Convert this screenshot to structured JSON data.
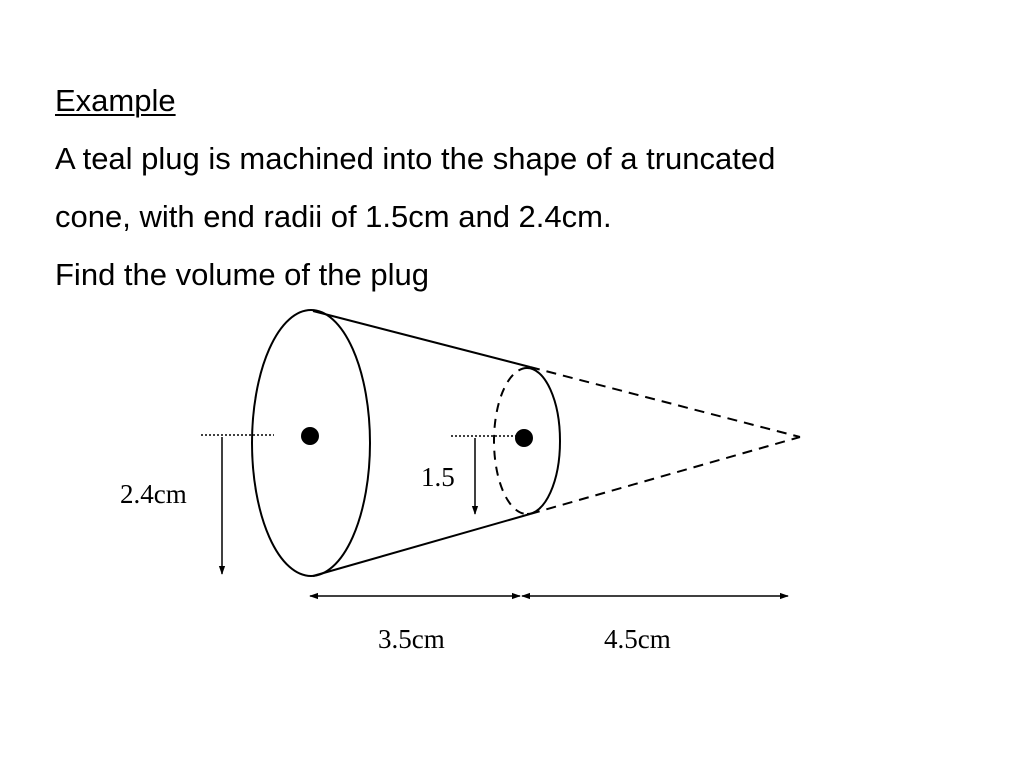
{
  "heading": "Example",
  "problem": {
    "line1": "A teal plug is machined into the shape of a truncated",
    "line2": "cone, with end radii of 1.5cm and 2.4cm.",
    "line3": "Find the volume of the plug"
  },
  "diagram": {
    "labels": {
      "large_radius": "2.4cm",
      "small_radius": "1.5",
      "frustum_length": "3.5cm",
      "removed_cone_length": "4.5cm"
    }
  }
}
